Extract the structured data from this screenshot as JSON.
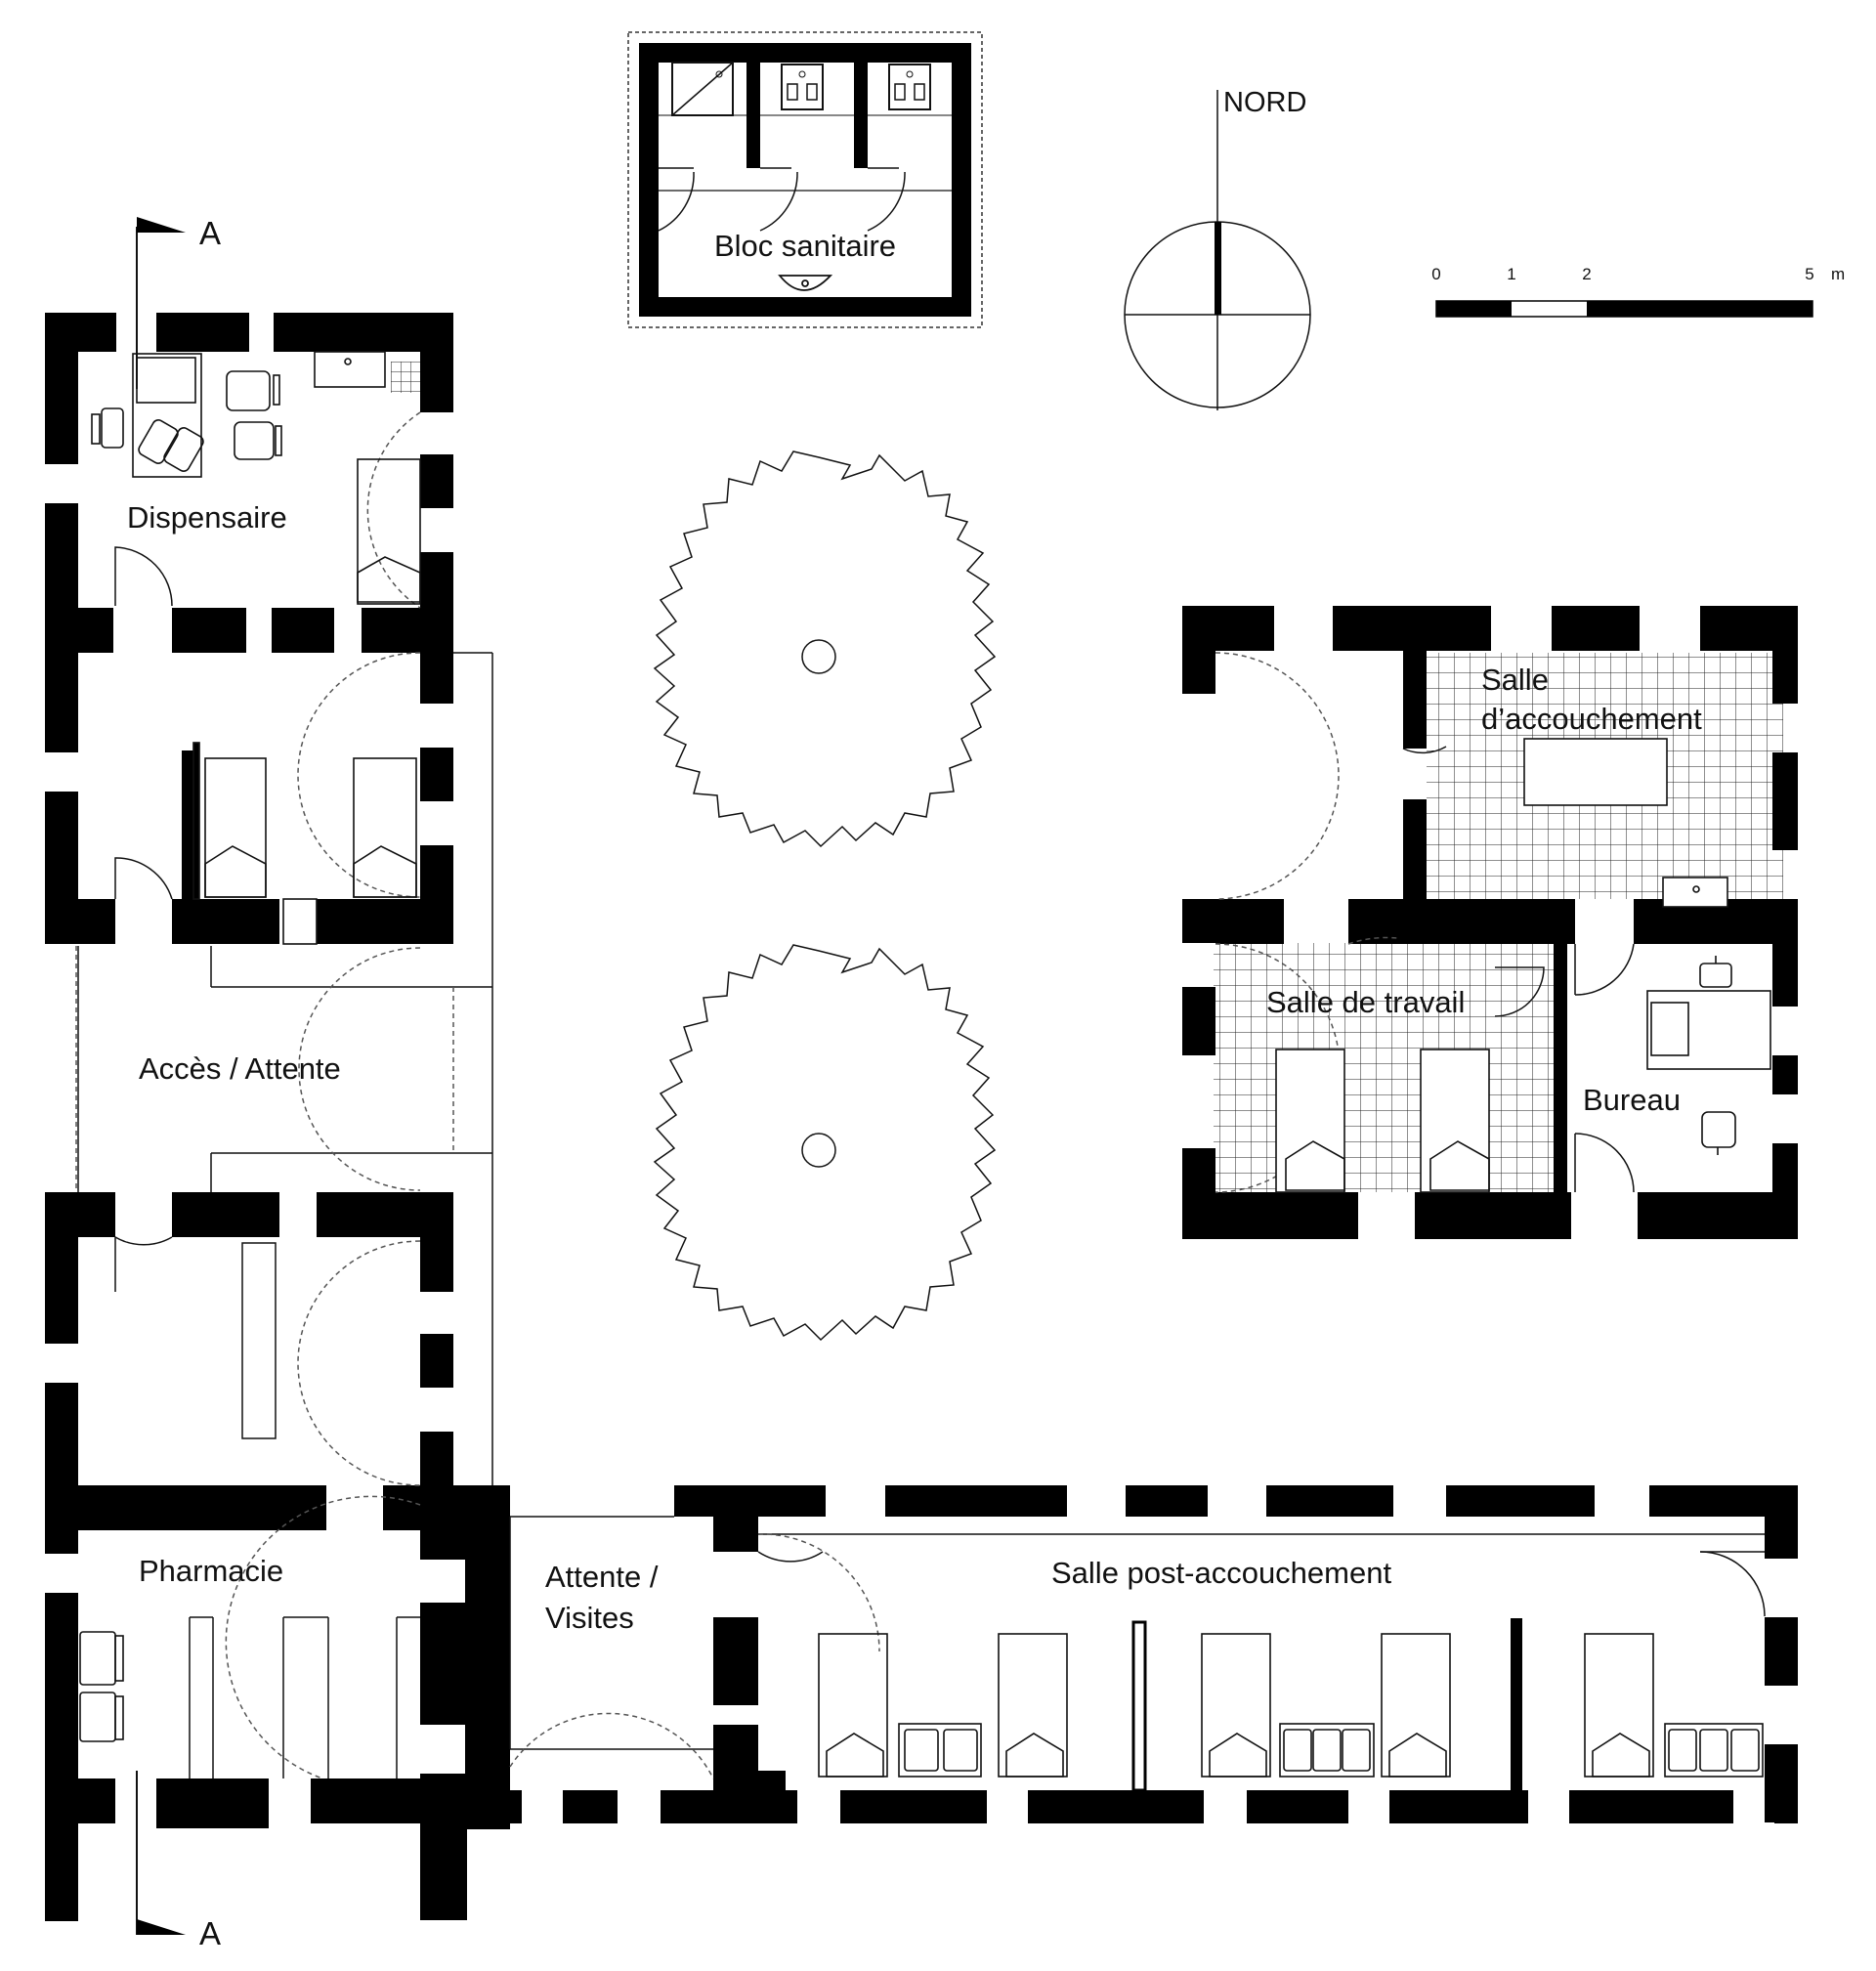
{
  "rooms": {
    "bloc_sanitaire": "Bloc sanitaire",
    "dispensaire": "Dispensaire",
    "acces_attente": "Accès / Attente",
    "pharmacie": "Pharmacie",
    "attente_visites_1": "Attente /",
    "attente_visites_2": "Visites",
    "salle_post": "Salle post-accouchement",
    "salle_accouchement_1": "Salle",
    "salle_accouchement_2": "d’accouchement",
    "salle_travail": "Salle de travail",
    "bureau": "Bureau"
  },
  "north": {
    "label": "NORD"
  },
  "scale": {
    "ticks": [
      "0",
      "1",
      "2",
      "5"
    ],
    "unit": "m"
  },
  "section": {
    "top": "A",
    "bottom": "A"
  },
  "colors": {
    "wall": "#000000",
    "line": "#111111",
    "background": "#ffffff"
  }
}
